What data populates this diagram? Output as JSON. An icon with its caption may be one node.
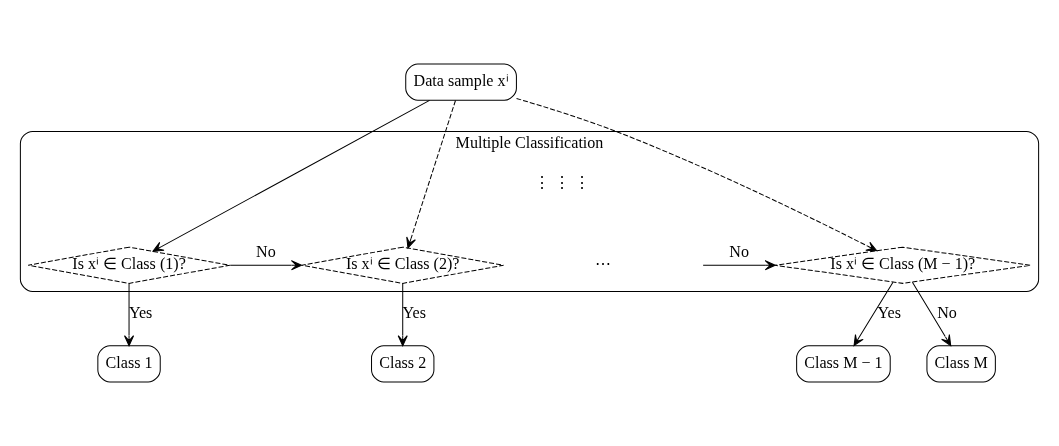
{
  "diagram": {
    "nodes": [
      {
        "text": [
          "Data sample xⁱ"
        ]
      },
      {
        "text": [
          "Multiple Classification"
        ]
      },
      {
        "text": [
          "Is xⁱ ∈ Class (1)?"
        ],
        "in": 1
      },
      {
        "text": [
          "Is xⁱ ∈ Class (2)?"
        ],
        "in": 1
      },
      {
        "text": [
          "Is xⁱ ∈ Class (M − 1)?"
        ],
        "in": 1
      },
      {
        "text": [
          "Class 1"
        ]
      },
      {
        "text": [
          "Class 2"
        ]
      },
      {
        "text": [
          "Class M − 1"
        ]
      },
      {
        "text": [
          "Class M"
        ]
      }
    ],
    "edges": [
      {
        "from": 0,
        "to": 2,
        "arrow": "to"
      },
      {
        "from": 0,
        "to": 3,
        "arrow": "to",
        "style": "dashed"
      },
      {
        "from": 0,
        "to": 4,
        "arrow": "to",
        "style": "dashed"
      },
      {
        "from": 2,
        "to": 3,
        "arrow": "to",
        "label": "No"
      },
      {
        "from": null,
        "to": 4,
        "arrow": "to",
        "label": "No"
      },
      {
        "from": 4,
        "to": 8,
        "arrow": "to",
        "label": "No"
      },
      {
        "from": 2,
        "to": 5,
        "arrow": "to",
        "label": "Yes"
      },
      {
        "from": 3,
        "to": 6,
        "arrow": "to",
        "label": "Yes"
      },
      {
        "from": 4,
        "to": 7,
        "arrow": "to",
        "label": "Yes"
      }
    ],
    "labels": [
      "⋮ ⋮ ⋮",
      "⋯"
    ]
  }
}
